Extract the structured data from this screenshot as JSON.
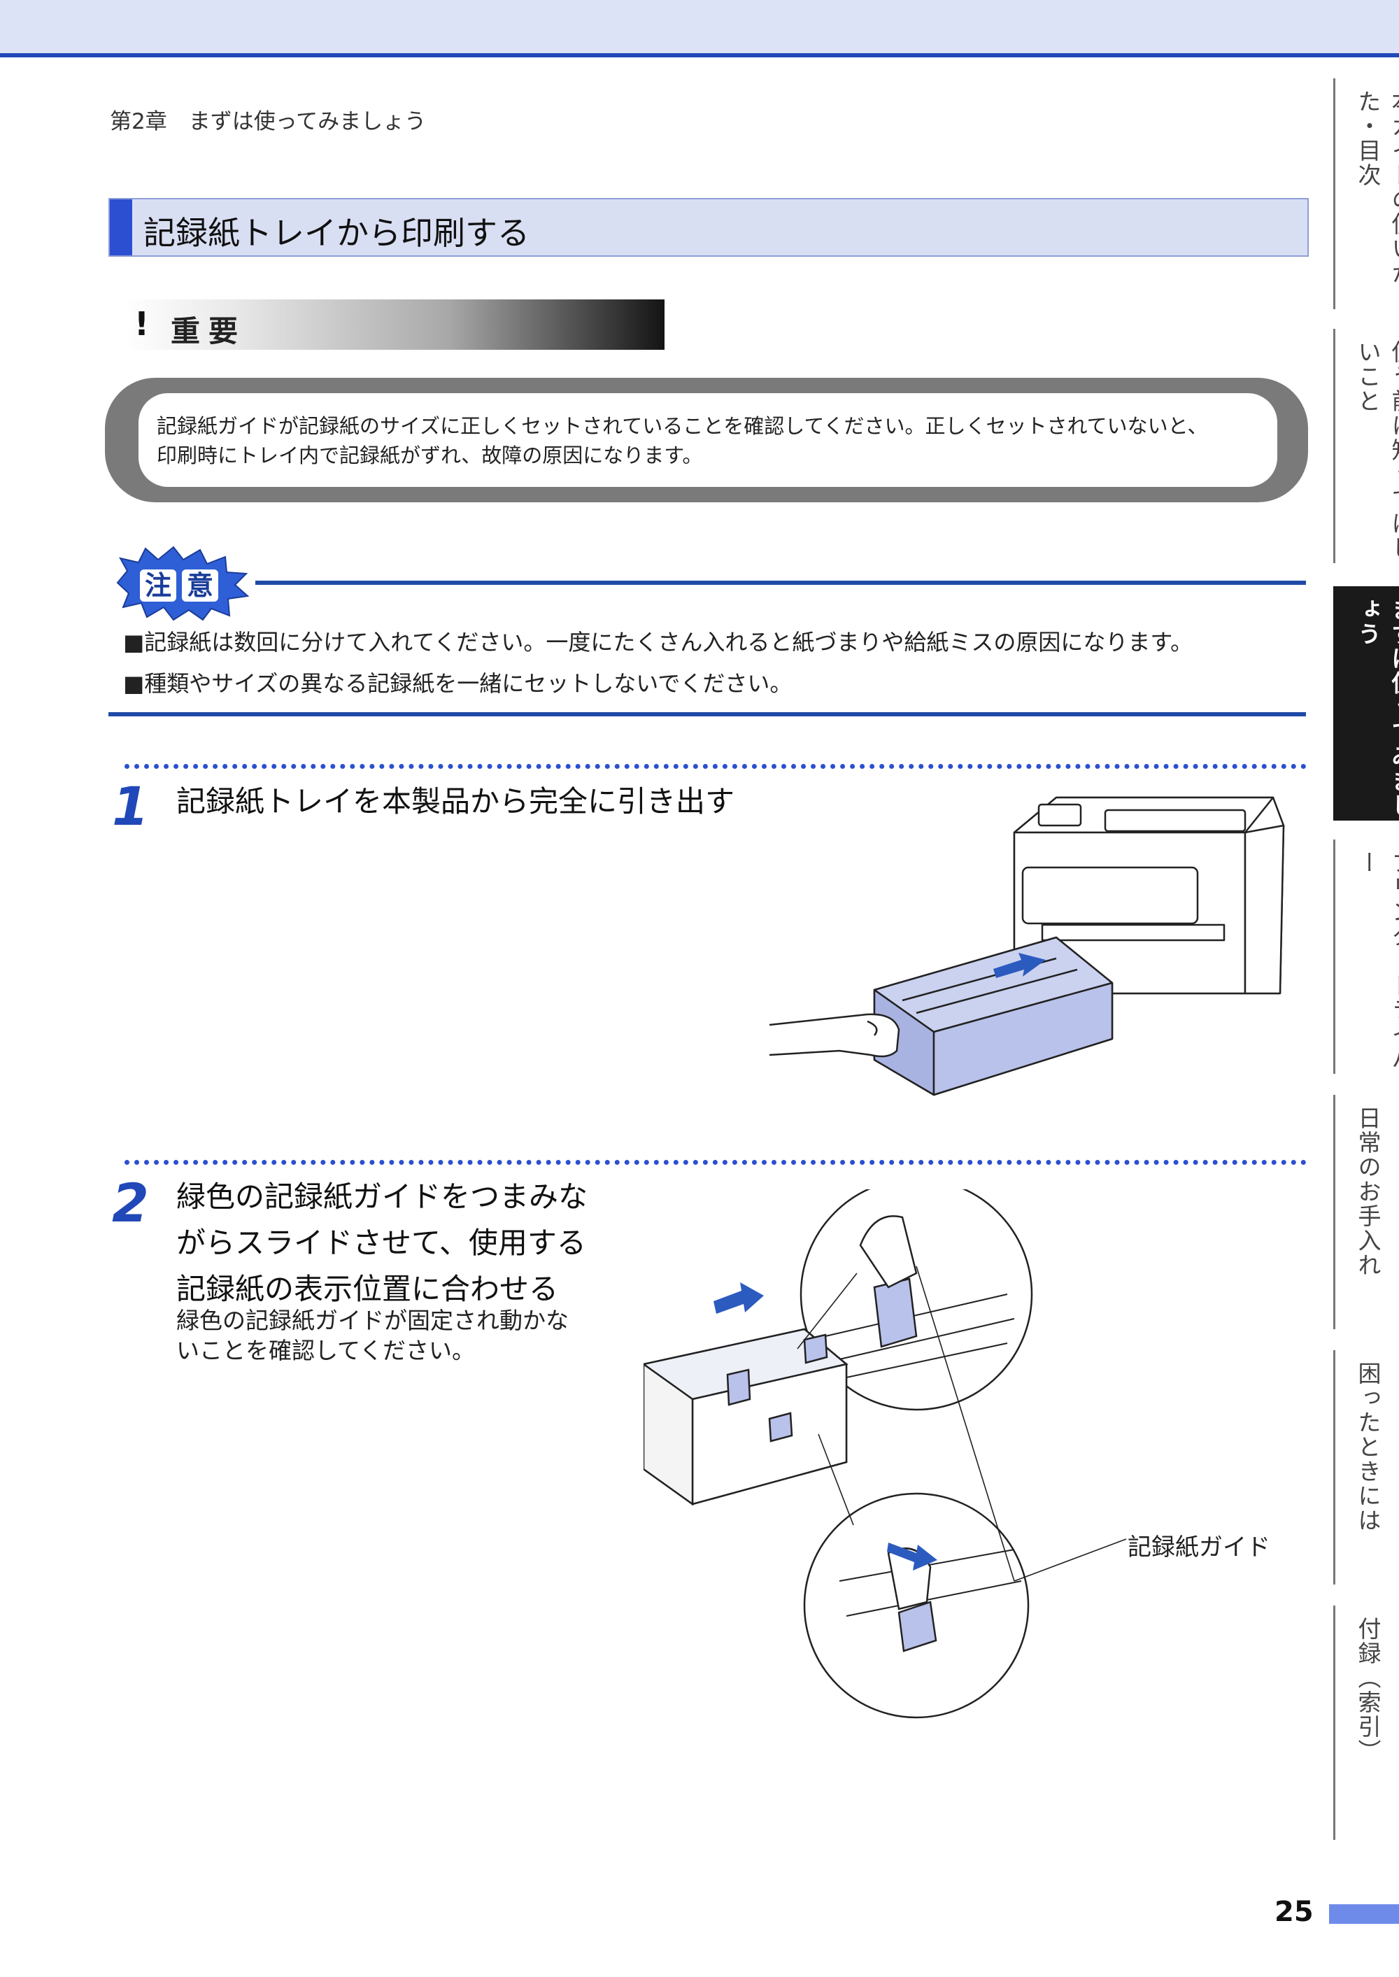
{
  "chapter": "第2章　まずは使ってみましょう",
  "section": {
    "title": "記録紙トレイから印刷する"
  },
  "important": {
    "mark": "!",
    "label": "重要",
    "lines": [
      "記録紙ガイドが記録紙のサイズに正しくセットされていることを確認してください。正しくセットされていないと、",
      "印刷時にトレイ内で記録紙がずれ、故障の原因になります。"
    ]
  },
  "caution": {
    "badge": "注意",
    "items": [
      "■記録紙は数回に分けて入れてください。一度にたくさん入れると紙づまりや給紙ミスの原因になります。",
      "■種類やサイズの異なる記録紙を一緒にセットしないでください。"
    ]
  },
  "steps": [
    {
      "num": "1",
      "title": "記録紙トレイを本製品から完全に引き出す"
    },
    {
      "num": "2",
      "title_lines": [
        "緑色の記録紙ガイドをつまみな",
        "がらスライドさせて、使用する",
        "記録紙の表示位置に合わせる"
      ],
      "desc_lines": [
        "緑色の記録紙ガイドが固定され動かな",
        "いことを確認してください。"
      ]
    }
  ],
  "figure_label": "記録紙ガイド",
  "side_tabs": [
    {
      "label": "本ガイドの使いかた・目次",
      "active": false
    },
    {
      "label": "使う前に知ってほしいこと",
      "active": false
    },
    {
      "label": "まずは使ってみましょう",
      "active": true
    },
    {
      "label": "プリンタードライバー",
      "active": false
    },
    {
      "label": "日常のお手入れ",
      "active": false
    },
    {
      "label": "困ったときには",
      "active": false
    },
    {
      "label": "付録（索引）",
      "active": false
    }
  ],
  "page_number": "25",
  "colors": {
    "accent": "#2148b8",
    "section_bg": "#d9dff3",
    "rule": "#1f4aa6",
    "tray": "#b9c2ea"
  }
}
